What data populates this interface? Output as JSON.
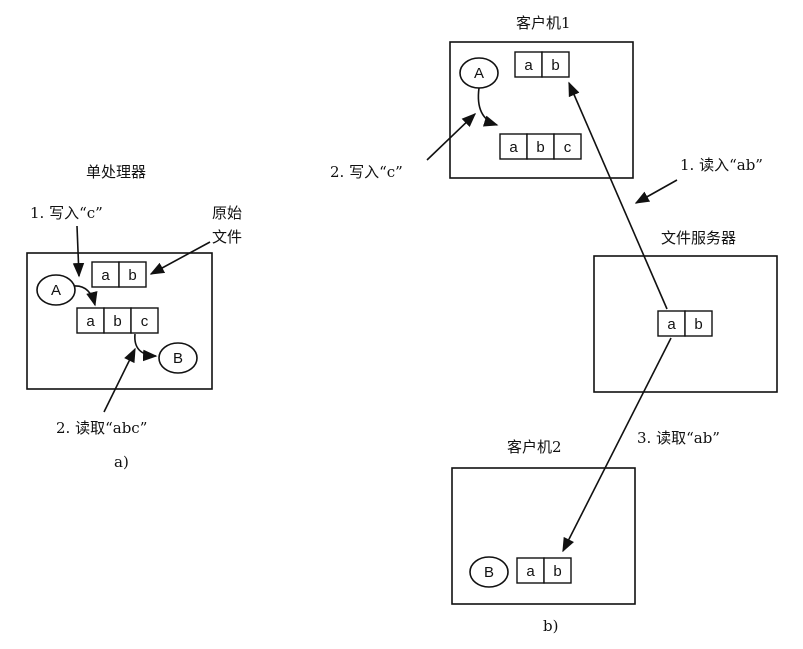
{
  "a": {
    "single_processor": "单处理器",
    "original_file_line1": "原始",
    "original_file_line2": "文件",
    "step_write": "1. 写入“c”",
    "step_read": "2. 读取“abc”",
    "caption": "a)",
    "process_a": "A",
    "process_b": "B",
    "file_before": [
      "a",
      "b"
    ],
    "file_after": [
      "a",
      "b",
      "c"
    ]
  },
  "b": {
    "client1": "客户机1",
    "client2": "客户机2",
    "file_server": "文件服务器",
    "step1": "1. 读入“ab”",
    "step2": "2. 写入“c”",
    "step3": "3. 读取“ab”",
    "caption": "b)",
    "process_a": "A",
    "process_b": "B",
    "client1_file": [
      "a",
      "b"
    ],
    "client1_file_after": [
      "a",
      "b",
      "c"
    ],
    "server_file": [
      "a",
      "b"
    ],
    "client2_file": [
      "a",
      "b"
    ]
  }
}
